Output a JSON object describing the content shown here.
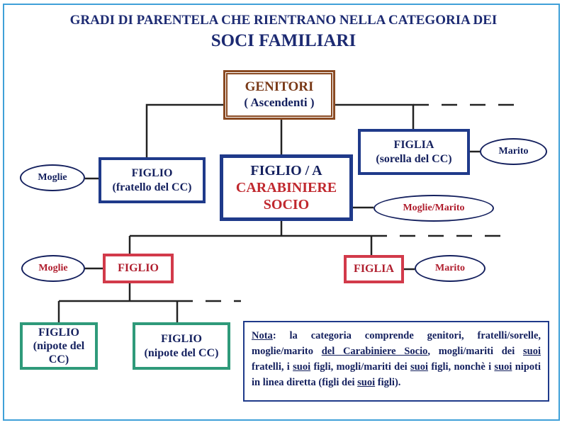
{
  "title": {
    "line1": "GRADI DI PARENTELA CHE RIENTRANO NELLA CATEGORIA DEI",
    "line2": "SOCI FAMILIARI"
  },
  "genitori": {
    "label": "GENITORI",
    "sub": "( Ascendenti )"
  },
  "fratello": {
    "label": "FIGLIO",
    "sub": "(fratello del CC)",
    "spouse": "Moglie"
  },
  "sorella": {
    "label": "FIGLIA",
    "sub": "(sorella del CC)",
    "spouse": "Marito"
  },
  "socio": {
    "line1": "FIGLIO / A",
    "line2": "CARABINIERE",
    "line3": "SOCIO",
    "spouse": "Moglie/Marito"
  },
  "figlio": {
    "label": "FIGLIO",
    "spouse": "Moglie"
  },
  "figlia": {
    "label": "FIGLIA",
    "spouse": "Marito"
  },
  "nipoti": [
    {
      "label": "FIGLIO",
      "sub": "(nipote del CC)"
    },
    {
      "label": "FIGLIO",
      "sub": "(nipote del CC)"
    }
  ],
  "nota": {
    "label": "Nota",
    "t1": ": la categoria comprende genitori, fratelli/sorelle, moglie/marito ",
    "u1": "del Carabiniere Socio",
    "t2": ", mogli/mariti dei ",
    "suoi": "suoi",
    "t3": " fratelli, i ",
    "t4": " figli, mogli/mariti dei ",
    "t5": " figli, nonchè i ",
    "t6": " nipoti in linea diretta (figli dei ",
    "t7": " figli)."
  },
  "colors": {
    "navy": "#1f3a8a",
    "red": "#d23a4a",
    "teal": "#2f9a7a",
    "brown": "#8a4a22"
  }
}
